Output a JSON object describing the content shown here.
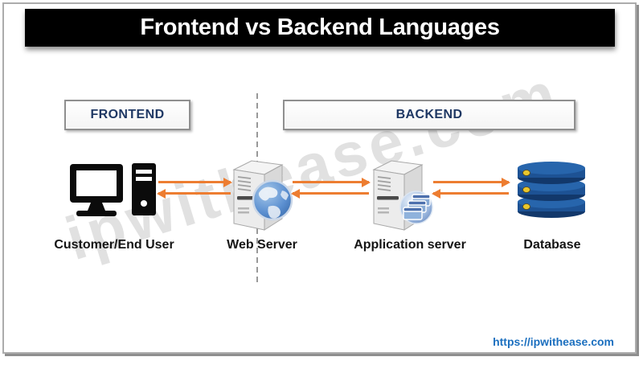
{
  "title": "Frontend vs Backend Languages",
  "sections": {
    "frontend": {
      "label": "FRONTEND"
    },
    "backend": {
      "label": "BACKEND"
    }
  },
  "nodes": [
    {
      "label": "Customer/End User",
      "icon": "desktop-computer-icon"
    },
    {
      "label": "Web Server",
      "icon": "web-server-globe-icon"
    },
    {
      "label": "Application server",
      "icon": "application-server-icon"
    },
    {
      "label": "Database",
      "icon": "database-cylinders-icon"
    }
  ],
  "connections": [
    {
      "from": "Customer/End User",
      "to": "Web Server",
      "bidirectional": true
    },
    {
      "from": "Web Server",
      "to": "Application server",
      "bidirectional": true
    },
    {
      "from": "Application server",
      "to": "Database",
      "bidirectional": true
    }
  ],
  "watermark": "ipwithease.com",
  "footer": {
    "link": "https://ipwithease.com"
  },
  "colors": {
    "arrow": "#ED7D31",
    "section_label_text": "#1F3864",
    "title_bg": "#000000",
    "title_text": "#FFFFFF",
    "database_blue": "#1D5294",
    "footer_link": "#1B6FBF"
  }
}
